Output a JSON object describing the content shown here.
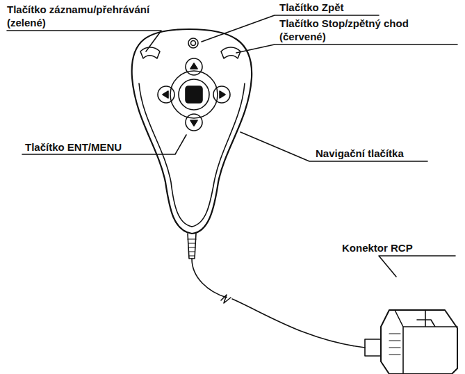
{
  "diagram": {
    "labels": [
      "Tlačítko záznamu/přehrávání (zelené)",
      "Tlačítko Zpět",
      "Tlačítko Stop/zpětný chod (červené)",
      "Tlačítko ENT/MENU",
      "Navigační tlačítka",
      "Konektor RCP"
    ]
  }
}
